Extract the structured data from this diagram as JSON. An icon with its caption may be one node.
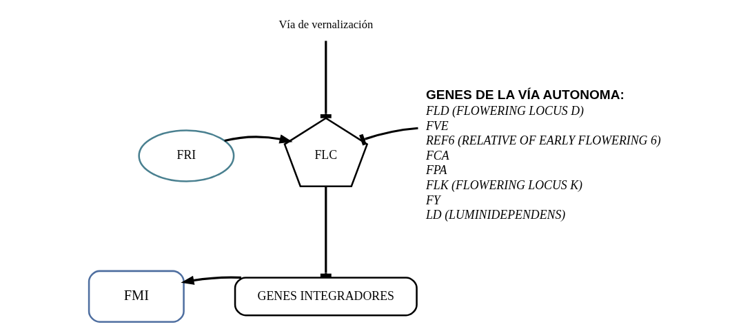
{
  "diagram": {
    "nodes": [
      {
        "text": [
          "Vía de vernalización"
        ]
      },
      {
        "text": [
          "FRI"
        ]
      },
      {
        "text": [
          "FLC"
        ]
      },
      {
        "text": [
          "GENES DE LA VÍA AUTONOMA:",
          "FLD (FLOWERING LOCUS D)",
          "FVE",
          "REF6 (RELATIVE OF EARLY FLOWERING 6)",
          "FCA",
          "FPA",
          "FLK (FLOWERING LOCUS K)",
          "FY",
          "LD (LUMINIDEPENDENS)"
        ]
      },
      {
        "text": [
          "GENES INTEGRADORES"
        ]
      },
      {
        "text": [
          "FMI"
        ]
      }
    ],
    "edges": [
      {
        "from": 0,
        "to": 2,
        "arrow": "other"
      },
      {
        "from": 1,
        "to": 2,
        "arrow": "to"
      },
      {
        "from": 3,
        "to": 2,
        "arrow": "other"
      },
      {
        "from": 2,
        "to": 4,
        "arrow": "other"
      },
      {
        "from": 4,
        "to": 5,
        "arrow": "to"
      }
    ]
  }
}
